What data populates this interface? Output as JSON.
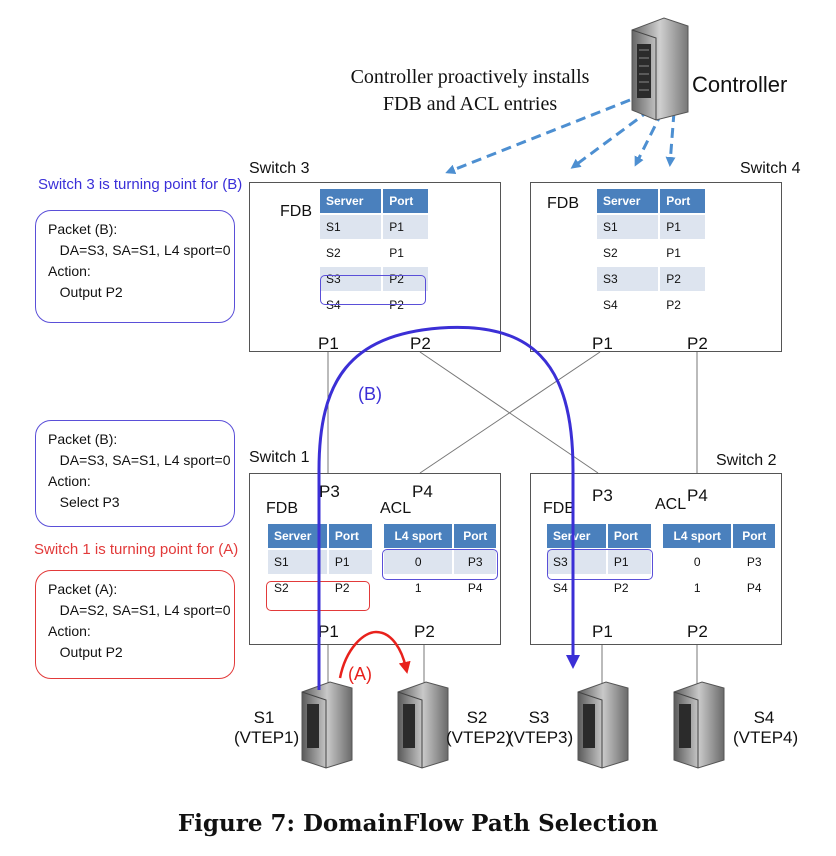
{
  "controller": {
    "label": "Controller",
    "note_line1": "Controller proactively installs",
    "note_line2": "FDB and ACL entries"
  },
  "switch3": {
    "title": "Switch 3",
    "fdb_label": "FDB",
    "headers": [
      "Server",
      "Port"
    ],
    "rows": [
      [
        "S1",
        "P1"
      ],
      [
        "S2",
        "P1"
      ],
      [
        "S3",
        "P2"
      ],
      [
        "S4",
        "P2"
      ]
    ],
    "p1": "P1",
    "p2": "P2"
  },
  "switch4": {
    "title": "Switch 4",
    "fdb_label": "FDB",
    "headers": [
      "Server",
      "Port"
    ],
    "rows": [
      [
        "S1",
        "P1"
      ],
      [
        "S2",
        "P1"
      ],
      [
        "S3",
        "P2"
      ],
      [
        "S4",
        "P2"
      ]
    ],
    "p1": "P1",
    "p2": "P2"
  },
  "switch1": {
    "title": "Switch 1",
    "fdb_label": "FDB",
    "acl_label": "ACL",
    "fdb_headers": [
      "Server",
      "Port"
    ],
    "fdb_rows": [
      [
        "S1",
        "P1"
      ],
      [
        "S2",
        "P2"
      ]
    ],
    "acl_headers": [
      "L4 sport",
      "Port"
    ],
    "acl_rows": [
      [
        "0",
        "P3"
      ],
      [
        "1",
        "P4"
      ]
    ],
    "p1": "P1",
    "p2": "P2",
    "p3": "P3",
    "p4": "P4"
  },
  "switch2": {
    "title": "Switch 2",
    "fdb_label": "FDB",
    "acl_label": "ACL",
    "fdb_headers": [
      "Server",
      "Port"
    ],
    "fdb_rows": [
      [
        "S3",
        "P1"
      ],
      [
        "S4",
        "P2"
      ]
    ],
    "acl_headers": [
      "L4 sport",
      "Port"
    ],
    "acl_rows": [
      [
        "0",
        "P3"
      ],
      [
        "1",
        "P4"
      ]
    ],
    "p1": "P1",
    "p2": "P2",
    "p3": "P3",
    "p4": "P4"
  },
  "notes": {
    "turning_b": "Switch 3 is turning point for (B)",
    "box1_l1": "Packet (B):",
    "box1_l2": "   DA=S3, SA=S1, L4 sport=0",
    "box1_l3": "Action:",
    "box1_l4": "   Output P2",
    "box2_l1": "Packet (B):",
    "box2_l2": "   DA=S3, SA=S1, L4 sport=0",
    "box2_l3": "Action:",
    "box2_l4": "   Select P3",
    "turning_a": "Switch 1 is turning point for  (A)",
    "box3_l1": "Packet (A):",
    "box3_l2": "   DA=S2, SA=S1, L4 sport=0",
    "box3_l3": "Action:",
    "box3_l4": "   Output P2"
  },
  "paths": {
    "b_label": "(B)",
    "a_label": "(A)"
  },
  "servers": [
    {
      "name": "S1",
      "vtep": "(VTEP1)"
    },
    {
      "name": "S2",
      "vtep": "(VTEP2)"
    },
    {
      "name": "S3",
      "vtep": "(VTEP3)"
    },
    {
      "name": "S4",
      "vtep": "(VTEP4)"
    }
  ],
  "caption": "Figure 7: DomainFlow Path Selection",
  "colors": {
    "blue_path": "#3b2fd6",
    "red_path": "#e8211c",
    "table_header": "#4a80bd",
    "table_alt_row": "#dde4ef",
    "dashed_arrow": "#4d8fd1"
  }
}
